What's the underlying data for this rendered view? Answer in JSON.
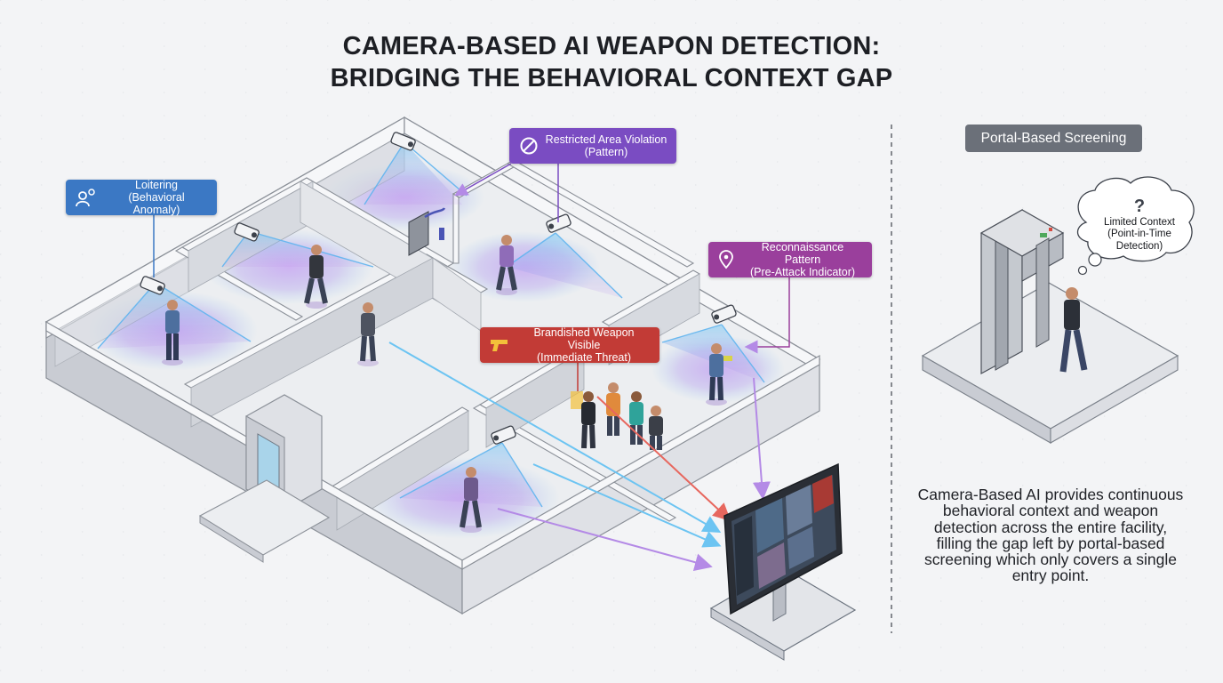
{
  "title": {
    "line1": "CAMERA-BASED AI WEAPON DETECTION:",
    "line2": "BRIDGING THE BEHAVIORAL CONTEXT GAP"
  },
  "callouts": {
    "loitering": {
      "line1": "Loitering",
      "line2": "(Behavioral Anomaly)",
      "icon": "person-thought-icon",
      "color": "#3b78c4"
    },
    "restricted": {
      "line1": "Restricted Area Violation",
      "line2": "(Pattern)",
      "icon": "no-entry-icon",
      "color": "#7a4cc2"
    },
    "recon": {
      "line1": "Reconnaissance Pattern",
      "line2": "(Pre-Attack Indicator)",
      "icon": "map-pin-icon",
      "color": "#9a3f9c"
    },
    "weapon": {
      "line1": "Brandished Weapon Visible",
      "line2": "(Immediate Threat)",
      "icon": "handgun-icon",
      "color": "#c23b36"
    }
  },
  "portal": {
    "label": "Portal-Based Screening",
    "thought": {
      "mark": "?",
      "line1": "Limited Context",
      "line2": "(Point-in-Time",
      "line3": "Detection)"
    }
  },
  "description": "Camera-Based AI provides continuous behavioral context and weapon detection across the entire facility, filling the gap left by portal-based screening which only covers a single entry point.",
  "colors": {
    "wall_top": "#f6f7f9",
    "wall_left": "#c9ccd3",
    "wall_right": "#dfe1e6",
    "floor": "#eceef1",
    "beam_blue": "#5fb4ef",
    "beam_purple": "#b98ae8",
    "arrow_blue": "#6cc4f2",
    "arrow_purple": "#b48ae6",
    "arrow_red": "#e7675e",
    "threat_red": "#c23b36"
  }
}
